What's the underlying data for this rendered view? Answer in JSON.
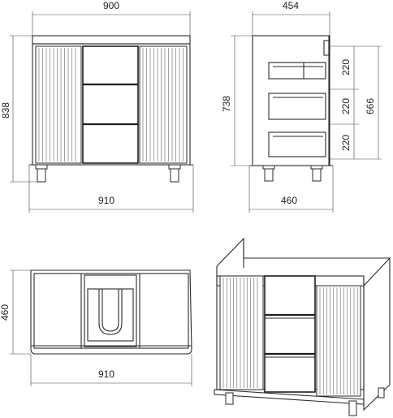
{
  "dimensions": {
    "front_width_top": "900",
    "front_height_total": "838",
    "front_width_base": "910",
    "side_depth_top": "454",
    "side_height_body": "738",
    "side_depth_base": "460",
    "side_inner_height": "666",
    "drawer_1": "220",
    "drawer_2": "220",
    "drawer_3": "220",
    "top_view_depth": "460",
    "top_view_width": "910"
  }
}
